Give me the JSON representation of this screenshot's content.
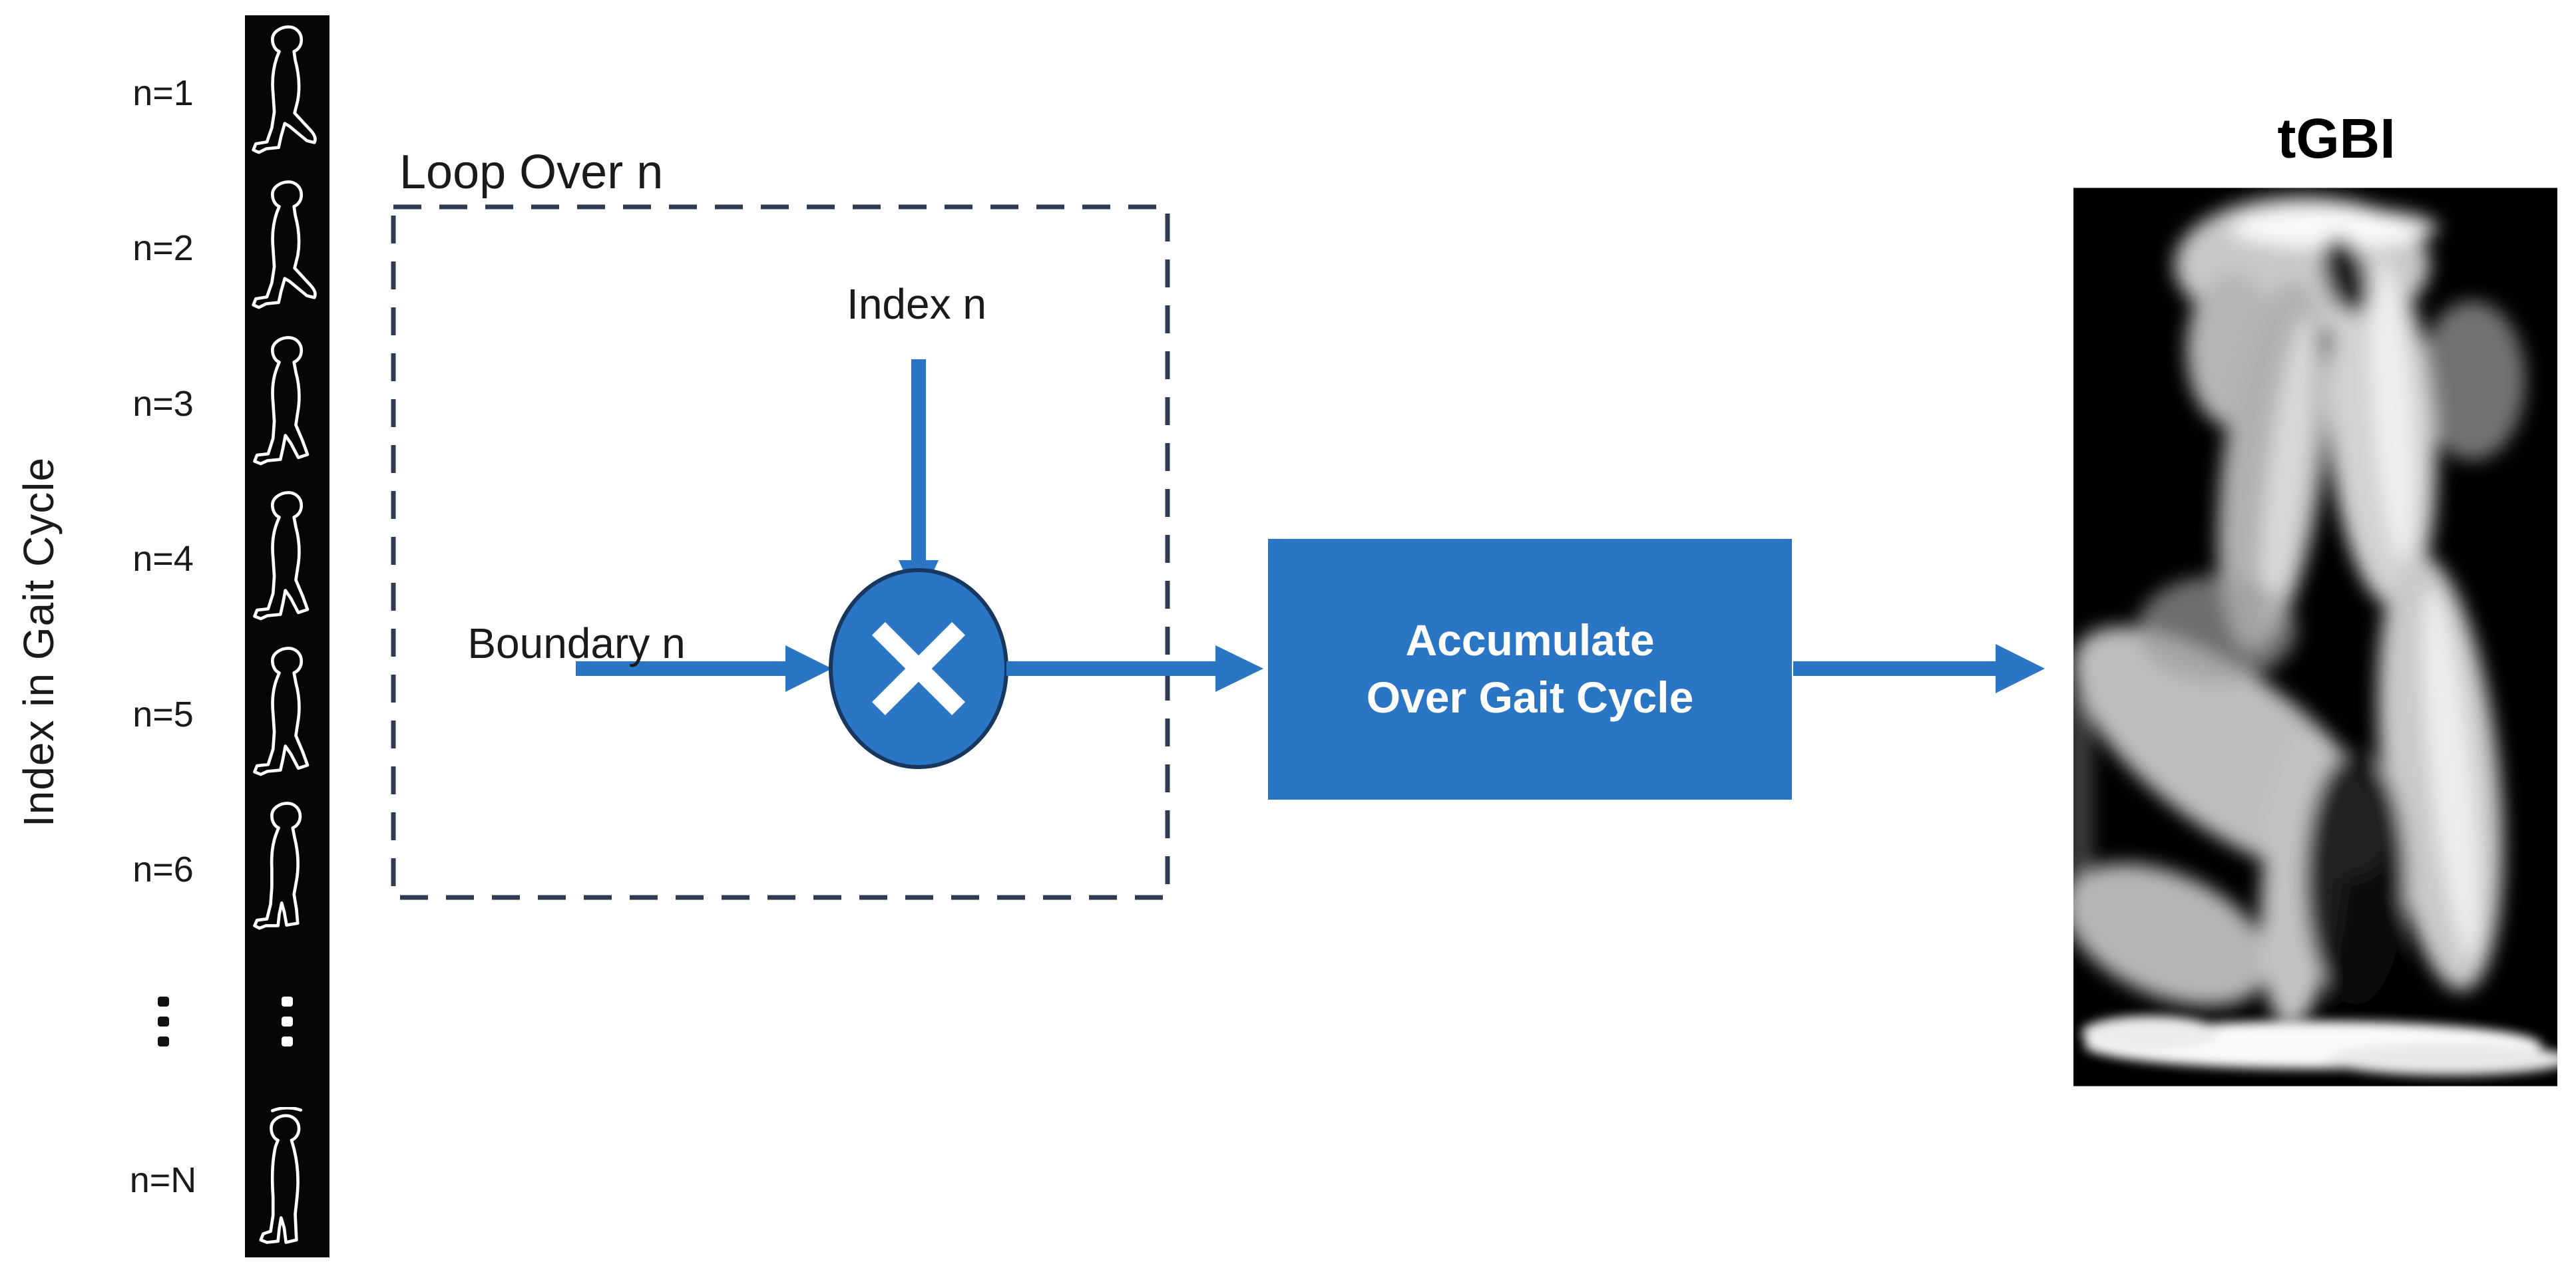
{
  "gait_strip": {
    "axis_label": "Index in Gait Cycle",
    "rows": [
      {
        "type": "frame",
        "label": "n=1",
        "pose": "stride"
      },
      {
        "type": "frame",
        "label": "n=2",
        "pose": "stride"
      },
      {
        "type": "frame",
        "label": "n=3",
        "pose": "stride"
      },
      {
        "type": "frame",
        "label": "n=4",
        "pose": "mid"
      },
      {
        "type": "frame",
        "label": "n=5",
        "pose": "mid"
      },
      {
        "type": "frame",
        "label": "n=6",
        "pose": "close"
      },
      {
        "type": "ellipsis",
        "label": ""
      },
      {
        "type": "frame",
        "label": "n=N",
        "pose": "stand"
      }
    ]
  },
  "loop_block": {
    "title": "Loop Over n",
    "index_input_label": "Index n",
    "boundary_input_label": "Boundary n",
    "operator": "multiply"
  },
  "accumulate_box": {
    "line1": "Accumulate",
    "line2": "Over Gait Cycle"
  },
  "output": {
    "title": "tGBI"
  },
  "colors": {
    "accent_blue": "#2B76C4",
    "circle_border": "#17375E",
    "dashed_border": "#2E3B52",
    "strip_bg": "#060606",
    "outline_white": "#FFFFFF",
    "text_dark": "#1A1A1A"
  }
}
